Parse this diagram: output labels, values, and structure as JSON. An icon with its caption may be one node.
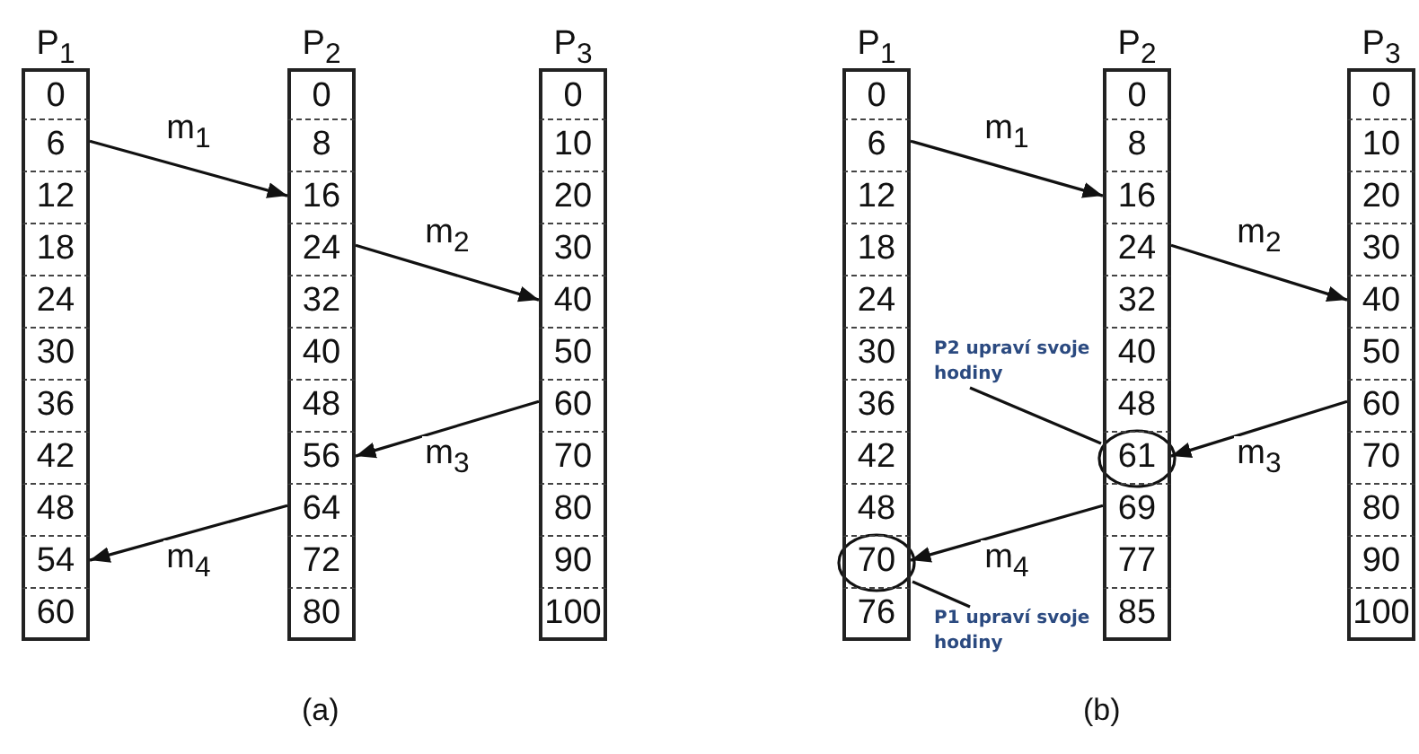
{
  "diagram": {
    "nodes": [
      {
        "text": [
          "P$_{1}$"
        ]
      },
      {
        "text": [
          "0"
        ],
        "in": 0
      },
      {
        "text": [
          "6"
        ],
        "in": 0
      },
      {
        "text": [
          "12"
        ],
        "in": 0
      },
      {
        "text": [
          "18"
        ],
        "in": 0
      },
      {
        "text": [
          "24"
        ],
        "in": 0
      },
      {
        "text": [
          "30"
        ],
        "in": 0
      },
      {
        "text": [
          "36"
        ],
        "in": 0
      },
      {
        "text": [
          "42"
        ],
        "in": 0
      },
      {
        "text": [
          "48"
        ],
        "in": 0
      },
      {
        "text": [
          "54"
        ],
        "in": 0
      },
      {
        "text": [
          "60"
        ],
        "in": 0
      },
      {
        "text": [
          "P$_{2}$"
        ]
      },
      {
        "text": [
          "0"
        ],
        "in": 12
      },
      {
        "text": [
          "8"
        ],
        "in": 12
      },
      {
        "text": [
          "16"
        ],
        "in": 12
      },
      {
        "text": [
          "24"
        ],
        "in": 12
      },
      {
        "text": [
          "32"
        ],
        "in": 12
      },
      {
        "text": [
          "40"
        ],
        "in": 12
      },
      {
        "text": [
          "48"
        ],
        "in": 12
      },
      {
        "text": [
          "56"
        ],
        "in": 12
      },
      {
        "text": [
          "64"
        ],
        "in": 12
      },
      {
        "text": [
          "72"
        ],
        "in": 12
      },
      {
        "text": [
          "80"
        ],
        "in": 12
      },
      {
        "text": [
          "P$_{3}$"
        ]
      },
      {
        "text": [
          "0"
        ],
        "in": 24
      },
      {
        "text": [
          "10"
        ],
        "in": 24
      },
      {
        "text": [
          "20"
        ],
        "in": 24
      },
      {
        "text": [
          "30"
        ],
        "in": 24
      },
      {
        "text": [
          "40"
        ],
        "in": 24
      },
      {
        "text": [
          "50"
        ],
        "in": 24
      },
      {
        "text": [
          "60"
        ],
        "in": 24
      },
      {
        "text": [
          "70"
        ],
        "in": 24
      },
      {
        "text": [
          "80"
        ],
        "in": 24
      },
      {
        "text": [
          "90"
        ],
        "in": 24
      },
      {
        "text": [
          "100"
        ],
        "in": 24
      },
      {
        "text": [
          "P$_{1}$"
        ]
      },
      {
        "text": [
          "0"
        ],
        "in": 36
      },
      {
        "text": [
          "6"
        ],
        "in": 36
      },
      {
        "text": [
          "12"
        ],
        "in": 36
      },
      {
        "text": [
          "18"
        ],
        "in": 36
      },
      {
        "text": [
          "24"
        ],
        "in": 36
      },
      {
        "text": [
          "30"
        ],
        "in": 36
      },
      {
        "text": [
          "36"
        ],
        "in": 36
      },
      {
        "text": [
          "42"
        ],
        "in": 36
      },
      {
        "text": [
          "48"
        ],
        "in": 36
      },
      {
        "text": [
          "70"
        ],
        "in": 36
      },
      {
        "text": [
          "76"
        ],
        "in": 36
      },
      {
        "text": [
          "P$_{2}$"
        ]
      },
      {
        "text": [
          "0"
        ],
        "in": 48
      },
      {
        "text": [
          "8"
        ],
        "in": 48
      },
      {
        "text": [
          "16"
        ],
        "in": 48
      },
      {
        "text": [
          "24"
        ],
        "in": 48
      },
      {
        "text": [
          "32"
        ],
        "in": 48
      },
      {
        "text": [
          "40"
        ],
        "in": 48
      },
      {
        "text": [
          "48"
        ],
        "in": 48
      },
      {
        "text": [
          "61"
        ],
        "in": 48
      },
      {
        "text": [
          "69"
        ],
        "in": 48
      },
      {
        "text": [
          "77"
        ],
        "in": 48
      },
      {
        "text": [
          "85"
        ],
        "in": 48
      },
      {
        "text": [
          "P$_{3}$"
        ]
      },
      {
        "text": [
          "0"
        ],
        "in": 60
      },
      {
        "text": [
          "10"
        ],
        "in": 60
      },
      {
        "text": [
          "20"
        ],
        "in": 60
      },
      {
        "text": [
          "30"
        ],
        "in": 60
      },
      {
        "text": [
          "40"
        ],
        "in": 60
      },
      {
        "text": [
          "50"
        ],
        "in": 60
      },
      {
        "text": [
          "60"
        ],
        "in": 60
      },
      {
        "text": [
          "70"
        ],
        "in": 60
      },
      {
        "text": [
          "80"
        ],
        "in": 60
      },
      {
        "text": [
          "90"
        ],
        "in": 60
      },
      {
        "text": [
          "100"
        ],
        "in": 60
      },
      {
        "text": [
          "P2 upraví svoje hodiny"
        ]
      },
      {
        "text": [
          "P1 upraví svoje hodiny"
        ]
      }
    ],
    "edges": [
      {
        "from": 2,
        "to": 15,
        "arrow": "to",
        "label": "m$_{1}$"
      },
      {
        "from": 16,
        "to": 29,
        "arrow": "to",
        "label": "m$_{2}$"
      },
      {
        "from": 31,
        "to": 20,
        "arrow": "to",
        "label": "m$_{3}$"
      },
      {
        "from": 21,
        "to": 10,
        "arrow": "to",
        "label": "m$_{4}$"
      },
      {
        "from": 38,
        "to": 51,
        "arrow": "to",
        "label": "m$_{1}$"
      },
      {
        "from": 52,
        "to": 65,
        "arrow": "to",
        "label": "m$_{2}$"
      },
      {
        "from": 67,
        "to": 56,
        "arrow": "to",
        "label": "m$_{3}$"
      },
      {
        "from": 57,
        "to": 46,
        "arrow": "to",
        "label": "m$_{4}$"
      },
      {
        "from": 72,
        "to": 56,
        "arrow": "none"
      },
      {
        "from": 73,
        "to": 46,
        "arrow": "none"
      }
    ],
    "labels": [
      "(a)",
      "(b)"
    ]
  }
}
